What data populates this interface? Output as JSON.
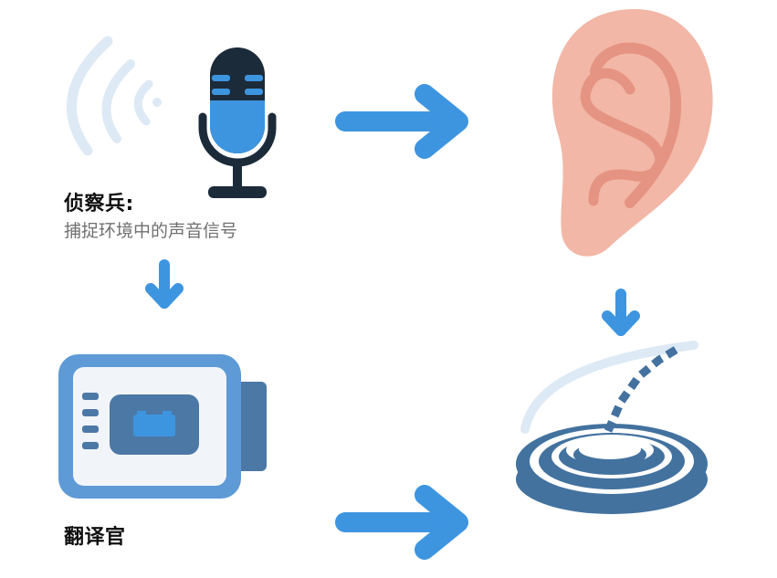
{
  "scout": {
    "title": "侦察兵:",
    "description": "捕捉环境中的声音信号"
  },
  "translator": {
    "title": "翻译官"
  },
  "colors": {
    "arrow": "#3d95e0",
    "ear": "#f2b7a6",
    "ear_inner": "#e59382",
    "mic_body": "#1c2b3a",
    "mic_accent": "#3d95e0",
    "device_frame": "#5d9ad6",
    "device_dark": "#4c78a6",
    "coil": "#43729f",
    "wave_light": "#dde9f5"
  },
  "icons": [
    "sound-waves-icon",
    "microphone-icon",
    "ear-icon",
    "processor-device-icon",
    "cochlea-coil-icon",
    "arrow-right-icon",
    "arrow-down-icon"
  ]
}
